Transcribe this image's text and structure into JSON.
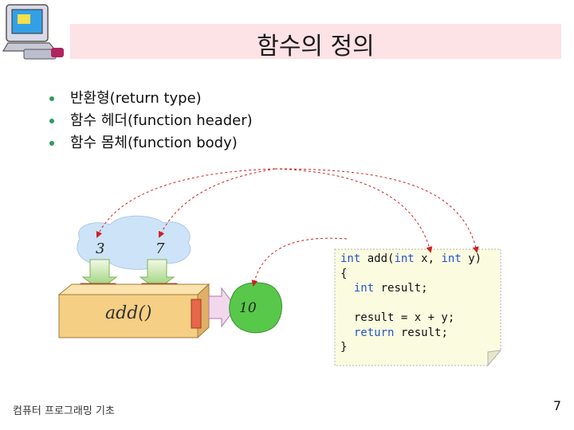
{
  "title": "함수의 정의",
  "bullets": [
    "반환형(return type)",
    "함수 헤더(function header)",
    "함수 몸체(function body)"
  ],
  "diagram": {
    "input_values": [
      "3",
      "7"
    ],
    "function_label": "add()",
    "output_value": "10"
  },
  "code": {
    "line1_kw1": "int",
    "line1_mid": " add(",
    "line1_kw2": "int",
    "line1_x": " x, ",
    "line1_kw3": "int",
    "line1_y": " y)",
    "open_brace": "{",
    "decl_kw": "int",
    "decl_rest": " result;",
    "assign": "result = x + y;",
    "ret_kw": "return",
    "ret_rest": " result;",
    "close_brace": "}"
  },
  "footer": "컴퓨터 프로그래밍 기초",
  "page_number": "7",
  "colors": {
    "title_bg": "#fde2e6",
    "bullet": "#2a9d5a",
    "keyword": "#2255cc",
    "arrow": "#cc2222",
    "cloud": "#cde3f7",
    "box": "#f5cf84",
    "output_blob": "#57c84a",
    "note": "#fbfbe0"
  }
}
